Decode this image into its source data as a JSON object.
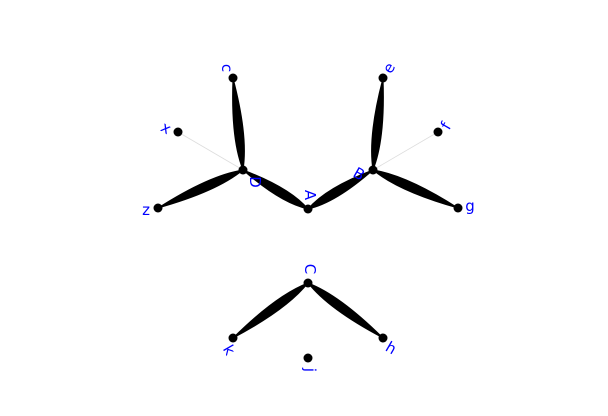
{
  "graph": {
    "label_color": "#0000ff",
    "node_color": "#000000",
    "edge_color": "#000000",
    "faint_edge_color": "#dddddd",
    "nodes": [
      {
        "id": "A",
        "label": "A"
      },
      {
        "id": "B",
        "label": "B"
      },
      {
        "id": "D",
        "label": "D"
      },
      {
        "id": "C",
        "label": "C"
      },
      {
        "id": "c",
        "label": "c"
      },
      {
        "id": "e",
        "label": "e"
      },
      {
        "id": "x",
        "label": "x"
      },
      {
        "id": "f",
        "label": "f"
      },
      {
        "id": "z",
        "label": "z"
      },
      {
        "id": "g",
        "label": "g"
      },
      {
        "id": "k",
        "label": "k"
      },
      {
        "id": "h",
        "label": "h"
      },
      {
        "id": "j",
        "label": "j"
      }
    ],
    "edges": [
      {
        "from": "A",
        "to": "D",
        "style": "bold"
      },
      {
        "from": "A",
        "to": "B",
        "style": "bold"
      },
      {
        "from": "D",
        "to": "c",
        "style": "bold"
      },
      {
        "from": "D",
        "to": "z",
        "style": "bold"
      },
      {
        "from": "D",
        "to": "x",
        "style": "faint"
      },
      {
        "from": "B",
        "to": "e",
        "style": "bold"
      },
      {
        "from": "B",
        "to": "g",
        "style": "bold"
      },
      {
        "from": "B",
        "to": "f",
        "style": "faint"
      },
      {
        "from": "C",
        "to": "k",
        "style": "bold"
      },
      {
        "from": "C",
        "to": "h",
        "style": "bold"
      }
    ]
  }
}
